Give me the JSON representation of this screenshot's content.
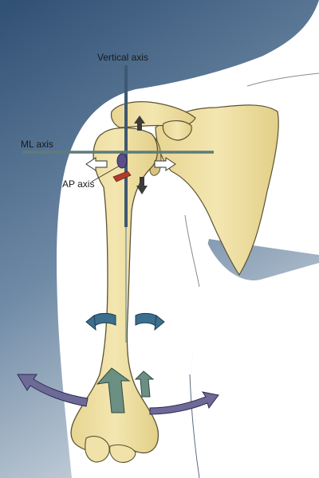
{
  "labels": {
    "vertical_axis": "Vertical axis",
    "ml_axis": "ML axis",
    "ap_axis": "AP axis"
  },
  "colors": {
    "background_gradient_top": "#2f4f73",
    "background_gradient_bottom": "#c9d3dc",
    "skin": "#ffffff",
    "bone_fill": "#eedfa0",
    "bone_outline": "#5b5335",
    "axis_line": "#5f7b7a",
    "vertical_axis_line": "#3d5872",
    "arrow_dark": "#3b3b3b",
    "arrow_white": "#ffffff",
    "ap_marker": "#b33c2c",
    "rotation_blue": "#3c6e8e",
    "translation_green": "#6b8f82",
    "swing_purple": "#6e6a98"
  },
  "icons": {
    "superior_arrow": "arrow-up-icon",
    "inferior_arrow": "arrow-down-icon",
    "medial_arrow": "arrow-left-icon",
    "lateral_arrow": "arrow-right-icon",
    "axial_rotation": "rotation-arrow-icon",
    "translation": "translation-arrow-icon",
    "abduction_swing": "curved-arrow-icon"
  }
}
